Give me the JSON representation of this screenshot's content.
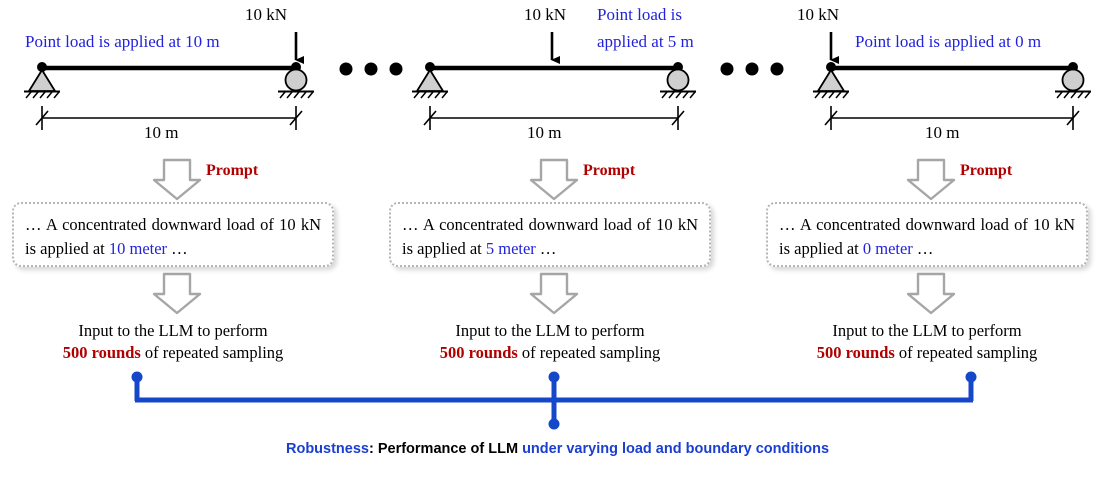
{
  "figure": {
    "type": "flow-diagram",
    "title_caption": {
      "segment_blue_1": "Robustness",
      "segment_black": ": Performance of LLM ",
      "segment_blue_2": "under varying load and boundary conditions"
    },
    "ellipsis": "• • •",
    "colors": {
      "blue_label": "#2222dd",
      "connector_blue": "#1448c8",
      "prompt_red": "#b00000",
      "support_gray": "#cccccc",
      "arrow_gray": "#a6a6a6",
      "beam_black": "#000000",
      "caption_blue": "#1a3fd0"
    }
  },
  "columns": [
    {
      "id": "col-1",
      "beam": {
        "load_label": "10 kN",
        "load_position_label": "Point load is applied at 10 m",
        "load_position_label_lines": [
          "Point load is applied at 10 m"
        ],
        "span_label": "10 m",
        "span_value_m": 10,
        "load_value_kN": 10,
        "load_location_m": 10,
        "left_support": "pin",
        "right_support": "roller"
      },
      "arrow_label": "Prompt",
      "prompt": {
        "prefix": "… A concentrated downward load of 10 kN is applied at ",
        "highlight": "10 meter",
        "suffix": " …"
      },
      "llm": {
        "line1": "Input to the LLM to perform",
        "rounds": "500 rounds",
        "line2_suffix": " of repeated sampling"
      }
    },
    {
      "id": "col-2",
      "beam": {
        "load_label": "10 kN",
        "load_position_label": "Point load is applied at 5 m",
        "load_position_label_lines": [
          "Point load is",
          "applied at 5 m"
        ],
        "span_label": "10 m",
        "span_value_m": 10,
        "load_value_kN": 10,
        "load_location_m": 5,
        "left_support": "pin",
        "right_support": "roller"
      },
      "arrow_label": "Prompt",
      "prompt": {
        "prefix": "… A concentrated downward load of 10 kN is applied at ",
        "highlight": "5 meter",
        "suffix": " …"
      },
      "llm": {
        "line1": "Input to the LLM to perform",
        "rounds": "500 rounds",
        "line2_suffix": " of repeated sampling"
      }
    },
    {
      "id": "col-3",
      "beam": {
        "load_label": "10 kN",
        "load_position_label": "Point load is applied at 0 m",
        "load_position_label_lines": [
          "Point load is applied at 0 m"
        ],
        "span_label": "10 m",
        "span_value_m": 10,
        "load_value_kN": 10,
        "load_location_m": 0,
        "left_support": "pin",
        "right_support": "roller"
      },
      "arrow_label": "Prompt",
      "prompt": {
        "prefix": "… A concentrated downward load of 10 kN is applied at ",
        "highlight": "0 meter",
        "suffix": " …"
      },
      "llm": {
        "line1": "Input to the LLM to perform",
        "rounds": "500 rounds",
        "line2_suffix": " of repeated sampling"
      }
    }
  ]
}
